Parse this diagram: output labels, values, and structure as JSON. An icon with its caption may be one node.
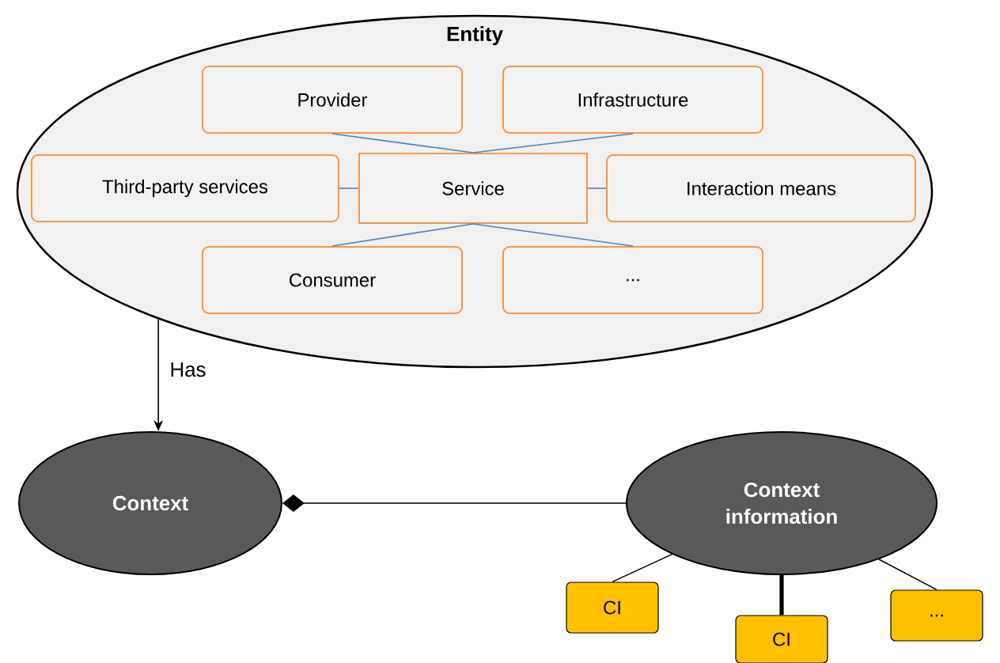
{
  "diagram": {
    "nodes": [
      {
        "text": [
          "Entity"
        ]
      },
      {
        "text": [
          "Provider"
        ],
        "in": 0
      },
      {
        "text": [
          "Infrastructure"
        ],
        "in": 0
      },
      {
        "text": [
          "Third-party services"
        ],
        "in": 0
      },
      {
        "text": [
          "Service"
        ],
        "in": 0
      },
      {
        "text": [
          "Interaction means"
        ],
        "in": 0
      },
      {
        "text": [
          "Consumer"
        ],
        "in": 0
      },
      {
        "text": [
          "..."
        ],
        "in": 0
      },
      {
        "text": [
          "Context"
        ]
      },
      {
        "text": [
          "Context information"
        ]
      },
      {
        "text": [
          "CI"
        ]
      },
      {
        "text": [
          "CI"
        ]
      },
      {
        "text": [
          "..."
        ]
      }
    ],
    "edges": [
      {
        "from": 4,
        "to": 1,
        "arrow": "none",
        "color": "#4f81bd"
      },
      {
        "from": 4,
        "to": 2,
        "arrow": "none",
        "color": "#4f81bd"
      },
      {
        "from": 4,
        "to": 3,
        "arrow": "none",
        "color": "#4f81bd"
      },
      {
        "from": 4,
        "to": 5,
        "arrow": "none",
        "color": "#4f81bd"
      },
      {
        "from": 4,
        "to": 6,
        "arrow": "none",
        "color": "#4f81bd"
      },
      {
        "from": 4,
        "to": 7,
        "arrow": "none",
        "color": "#4f81bd"
      },
      {
        "from": 0,
        "to": 8,
        "arrow": "to",
        "label": "Has",
        "color": "#000000"
      },
      {
        "from": 8,
        "to": 9,
        "arrow": "other",
        "color": "#000000"
      },
      {
        "from": 9,
        "to": 10,
        "arrow": "none",
        "color": "#000000"
      },
      {
        "from": 9,
        "to": 11,
        "arrow": "none",
        "color": "#000000",
        "style": "thick"
      },
      {
        "from": 9,
        "to": 12,
        "arrow": "none",
        "color": "#000000"
      }
    ]
  }
}
